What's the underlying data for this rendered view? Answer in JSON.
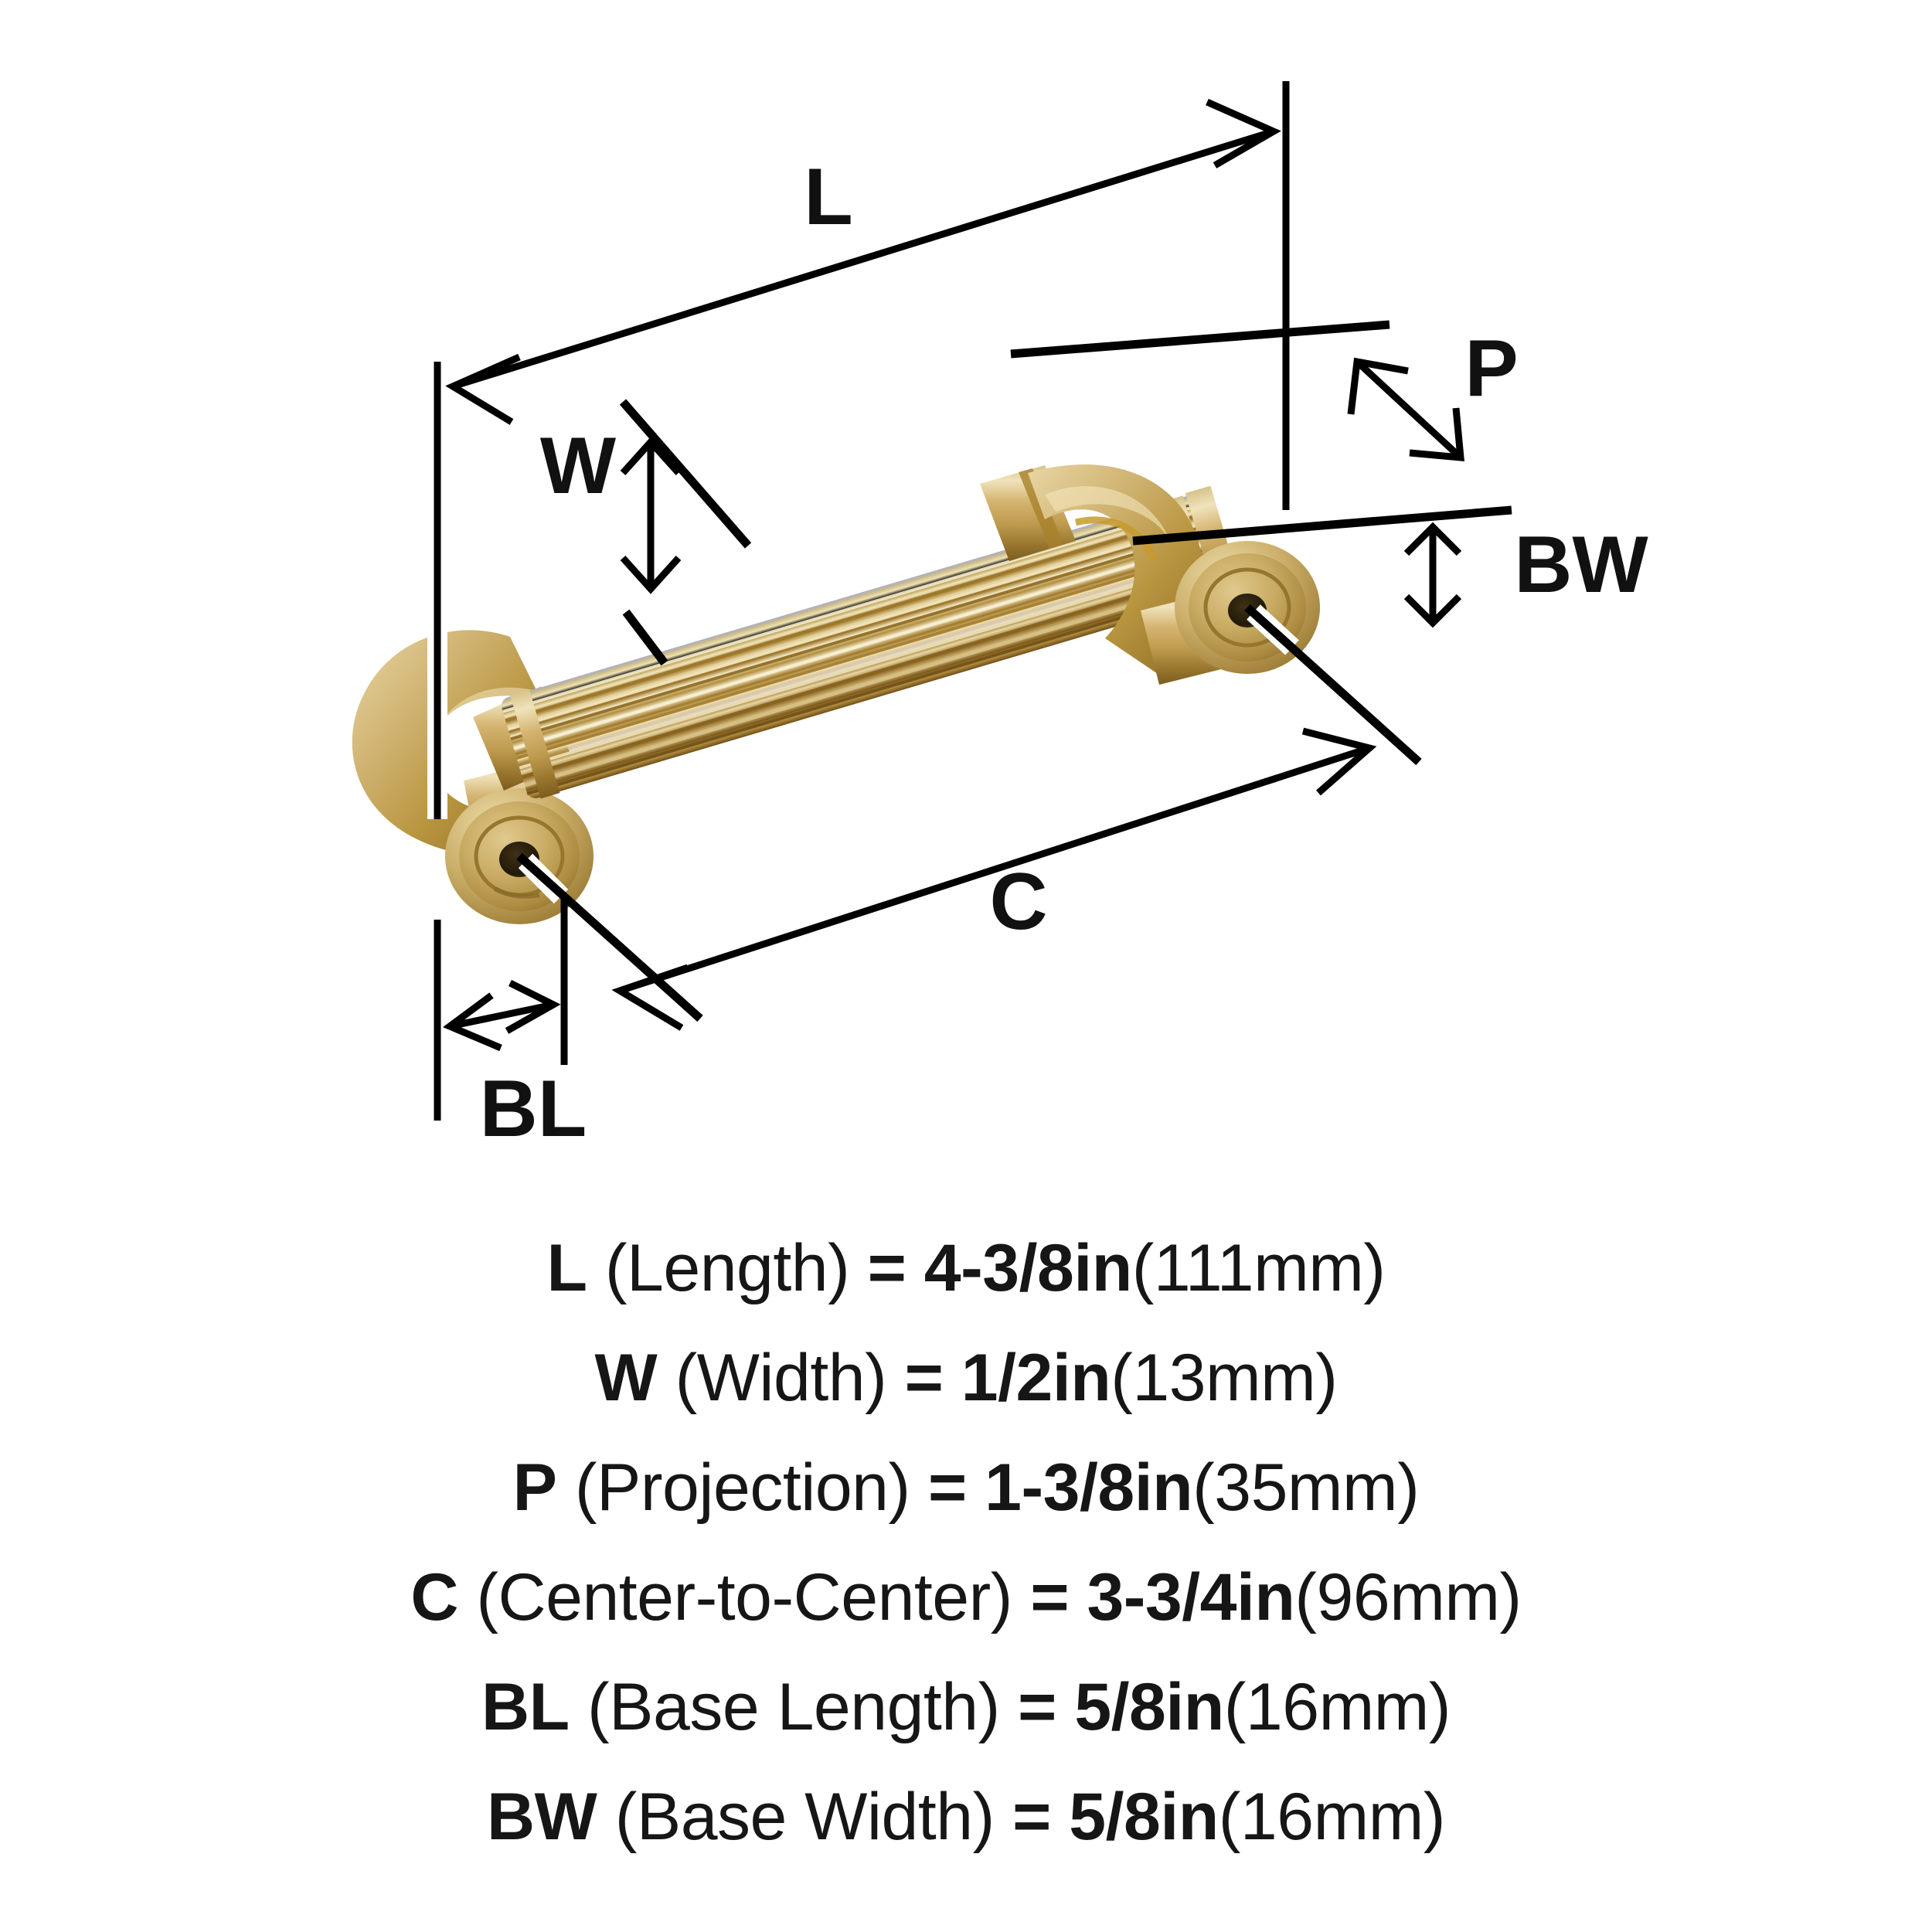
{
  "diagram": {
    "product": "fluted bar cabinet pull",
    "finish_color": "#c9a34a",
    "line_color": "#000000",
    "background": "#ffffff",
    "callouts": [
      {
        "key": "L",
        "label": "L",
        "meaning": "Length"
      },
      {
        "key": "W",
        "label": "W",
        "meaning": "Width"
      },
      {
        "key": "P",
        "label": "P",
        "meaning": "Projection"
      },
      {
        "key": "BW",
        "label": "BW",
        "meaning": "Base Width"
      },
      {
        "key": "C",
        "label": "C",
        "meaning": "Center-to-Center"
      },
      {
        "key": "BL",
        "label": "BL",
        "meaning": "Base Length"
      }
    ]
  },
  "legend": {
    "rows": [
      {
        "symbol": "L",
        "name": "(Length)",
        "equals": "=",
        "value": "4-3/8in",
        "metric": "(111mm)",
        "full": "L (Length) = 4-3/8in(111mm)"
      },
      {
        "symbol": "W",
        "name": "(Width)",
        "equals": "=",
        "value": "1/2in",
        "metric": "(13mm)",
        "full": "W (Width) = 1/2in(13mm)"
      },
      {
        "symbol": "P",
        "name": "(Projection)",
        "equals": "=",
        "value": "1-3/8in",
        "metric": "(35mm)",
        "full": "P (Projection) = 1-3/8in(35mm)"
      },
      {
        "symbol": "C",
        "name": "(Center-to-Center)",
        "equals": "=",
        "value": "3-3/4in",
        "metric": "(96mm)",
        "full": "C (Center-to-Center) = 3-3/4in(96mm)"
      },
      {
        "symbol": "BL",
        "name": "(Base Length)",
        "equals": "=",
        "value": "5/8in",
        "metric": "(16mm)",
        "full": "BL (Base Length) = 5/8in(16mm)"
      },
      {
        "symbol": "BW",
        "name": "(Base Width)",
        "equals": "=",
        "value": "5/8in",
        "metric": "(16mm)",
        "full": "BW (Base Width) = 5/8in(16mm)"
      }
    ]
  }
}
